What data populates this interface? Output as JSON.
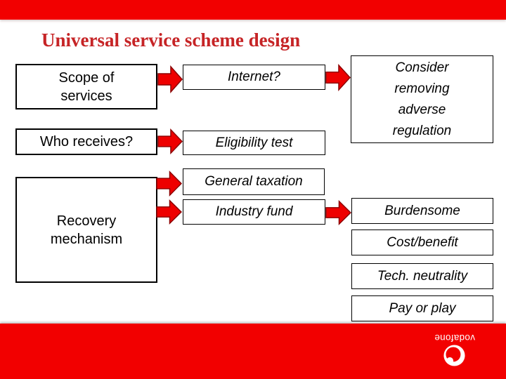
{
  "title": "Universal service scheme design",
  "boxes": {
    "left": [
      {
        "label": "Scope of\nservices"
      },
      {
        "label": "Who receives?"
      },
      {
        "label": "Recovery\nmechanism"
      }
    ],
    "middle": [
      {
        "label": "Internet?"
      },
      {
        "label": "Eligibility test"
      },
      {
        "label": "General taxation"
      },
      {
        "label": "Industry fund"
      }
    ],
    "right": [
      {
        "label": "Consider\nremoving\nadverse\nregulation"
      },
      {
        "label": "Burdensome"
      },
      {
        "label": "Cost/benefit"
      },
      {
        "label": "Tech. neutrality"
      },
      {
        "label": "Pay or play"
      }
    ]
  },
  "logo": {
    "brand": "vodafone"
  },
  "colors": {
    "bar_red": "#F20000",
    "arrow_red": "#EE0000",
    "arrow_outline": "#8B0000",
    "title_red": "#C62426"
  }
}
